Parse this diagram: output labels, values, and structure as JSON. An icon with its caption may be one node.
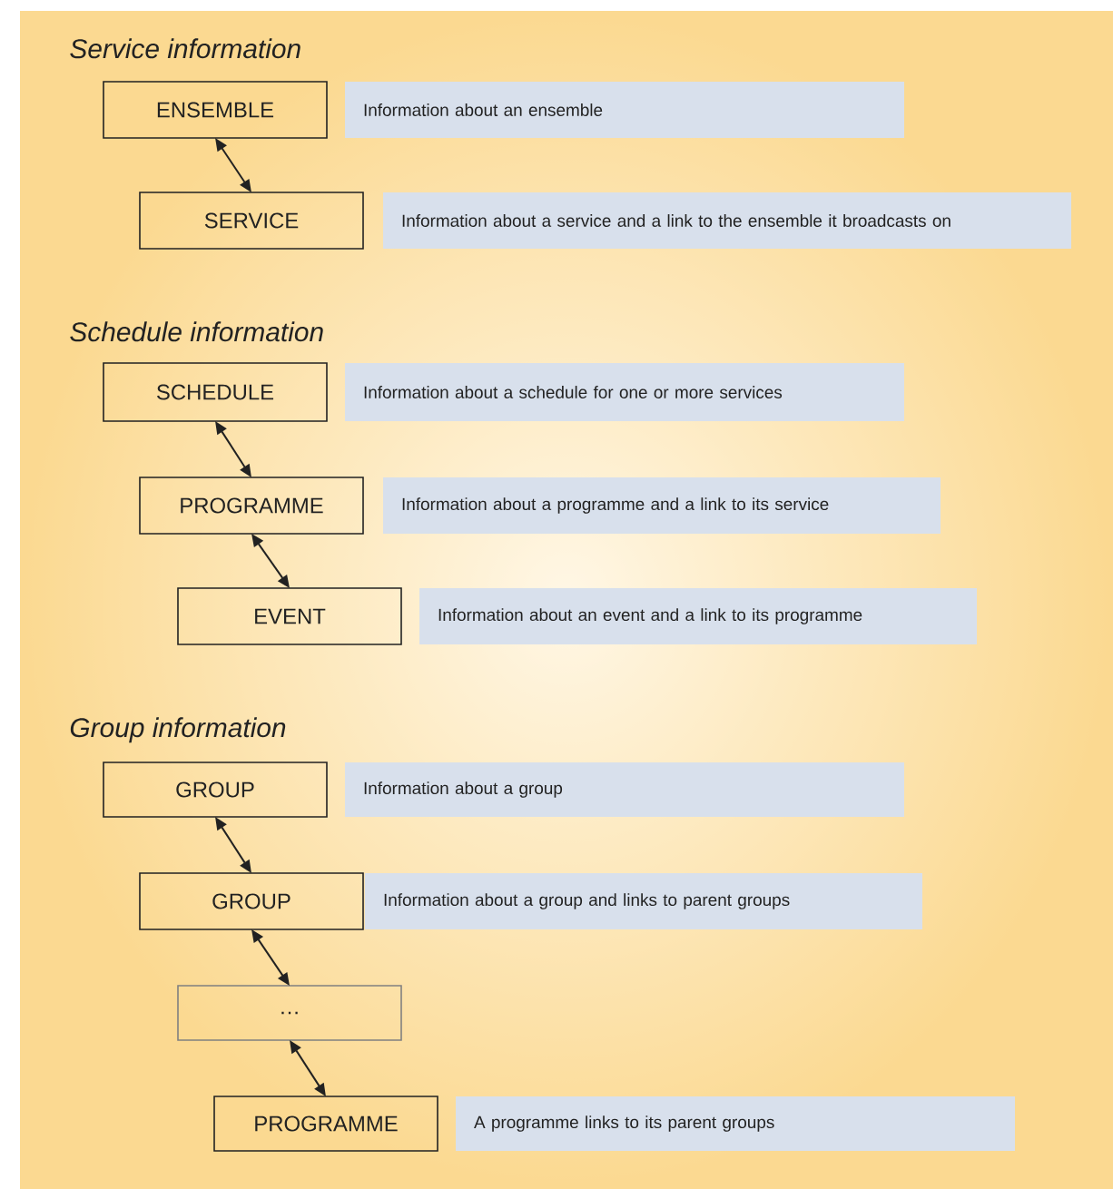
{
  "diagram": {
    "nodes": [
      {
        "text": [
          "ENSEMBLE"
        ]
      },
      {
        "text": [
          "Information about an ensemble"
        ]
      },
      {
        "text": [
          "SERVICE"
        ]
      },
      {
        "text": [
          "Information about a service and a link to the ensemble it broadcasts on"
        ]
      },
      {
        "text": [
          "SCHEDULE"
        ]
      },
      {
        "text": [
          "Information about a schedule for one or more services"
        ]
      },
      {
        "text": [
          "PROGRAMME"
        ]
      },
      {
        "text": [
          "Information about a programme and a link to its service"
        ]
      },
      {
        "text": [
          "EVENT"
        ]
      },
      {
        "text": [
          "Information about an event and a link to its programme"
        ]
      },
      {
        "text": [
          "GROUP"
        ]
      },
      {
        "text": [
          "Information about a group"
        ]
      },
      {
        "text": [
          "GROUP"
        ]
      },
      {
        "text": [
          "Information about a group and links to parent groups"
        ]
      },
      {
        "text": [
          "…"
        ]
      },
      {
        "text": [
          "PROGRAMME"
        ]
      },
      {
        "text": [
          "A programme links to its parent groups"
        ]
      }
    ],
    "edges": [
      {
        "from": 0,
        "to": 2,
        "arrow": "both"
      },
      {
        "from": 4,
        "to": 6,
        "arrow": "both"
      },
      {
        "from": 6,
        "to": 8,
        "arrow": "both"
      },
      {
        "from": 10,
        "to": 12,
        "arrow": "both"
      },
      {
        "from": 12,
        "to": 14,
        "arrow": "both"
      },
      {
        "from": 14,
        "to": 15,
        "arrow": "both"
      }
    ],
    "labels": [
      "Service information",
      "Schedule information",
      "Group information"
    ]
  }
}
